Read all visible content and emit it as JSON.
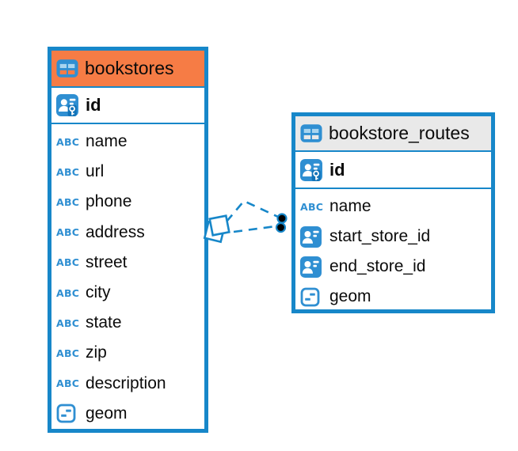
{
  "colors": {
    "border-blue": "#1787c9",
    "icon-blue": "#2f8fd2",
    "icon-blue-dark": "#1173b8",
    "icon-blue-light": "#a8d4ef",
    "orange-header": "#f67c45",
    "gray-header": "#e9e9e9",
    "text": "#0b0b0b",
    "white": "#ffffff",
    "dot-black": "#000000"
  },
  "icons": {
    "text_type_glyph": "ABC"
  },
  "tables": [
    {
      "title": "bookstores",
      "header_color": "#f67c45",
      "primary_key": {
        "label": "id",
        "icon": "primary-key-icon"
      },
      "fields": [
        {
          "label": "name",
          "type": "text"
        },
        {
          "label": "url",
          "type": "text"
        },
        {
          "label": "phone",
          "type": "text"
        },
        {
          "label": "address",
          "type": "text"
        },
        {
          "label": "street",
          "type": "text"
        },
        {
          "label": "city",
          "type": "text"
        },
        {
          "label": "state",
          "type": "text"
        },
        {
          "label": "zip",
          "type": "text"
        },
        {
          "label": "description",
          "type": "text"
        },
        {
          "label": "geom",
          "type": "geometry"
        }
      ]
    },
    {
      "title": "bookstore_routes",
      "header_color": "#e9e9e9",
      "primary_key": {
        "label": "id",
        "icon": "primary-key-icon"
      },
      "fields": [
        {
          "label": "name",
          "type": "text"
        },
        {
          "label": "start_store_id",
          "type": "reference"
        },
        {
          "label": "end_store_id",
          "type": "reference"
        },
        {
          "label": "geom",
          "type": "geometry"
        }
      ]
    }
  ],
  "relationships": [
    {
      "from_table": "bookstores",
      "to_table": "bookstore_routes",
      "target_field": "start_store_id",
      "style": "dashed"
    },
    {
      "from_table": "bookstores",
      "to_table": "bookstore_routes",
      "target_field": "end_store_id",
      "style": "dashed"
    }
  ]
}
